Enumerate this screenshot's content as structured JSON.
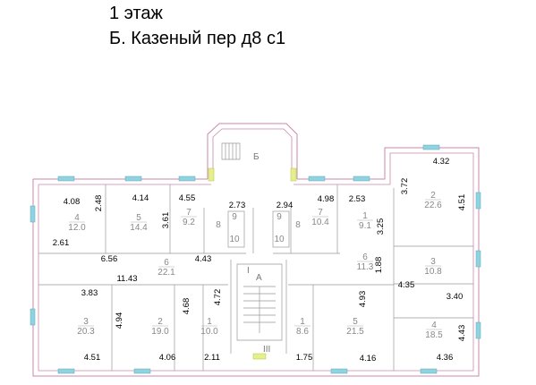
{
  "title": {
    "line1": "1 этаж",
    "line2": "Б. Казеный пер д8 с1"
  },
  "labels": {
    "stair_b": "Б",
    "stair_a": "А",
    "stair_i": "I",
    "stair_iii": "III"
  },
  "rooms": [
    {
      "num": "4",
      "area": "12.0"
    },
    {
      "num": "5",
      "area": "14.4"
    },
    {
      "num": "7",
      "area": "9.2"
    },
    {
      "num": "8",
      "area": ""
    },
    {
      "num": "9",
      "area": ""
    },
    {
      "num": "10",
      "area": ""
    },
    {
      "num": "9",
      "area": ""
    },
    {
      "num": "10",
      "area": ""
    },
    {
      "num": "8",
      "area": ""
    },
    {
      "num": "7",
      "area": "10.4"
    },
    {
      "num": "1",
      "area": "9.1"
    },
    {
      "num": "2",
      "area": "22.6"
    },
    {
      "num": "6",
      "area": "22.1"
    },
    {
      "num": "6",
      "area": "11.3"
    },
    {
      "num": "3",
      "area": "10.8"
    },
    {
      "num": "3",
      "area": "20.3"
    },
    {
      "num": "2",
      "area": "19.0"
    },
    {
      "num": "1",
      "area": "10.0"
    },
    {
      "num": "1",
      "area": "8.6"
    },
    {
      "num": "5",
      "area": "21.5"
    },
    {
      "num": "4",
      "area": "18.5"
    }
  ],
  "dimensions": [
    "4.08",
    "2.48",
    "4.14",
    "4.55",
    "2.73",
    "2.94",
    "4.98",
    "2.53",
    "3.72",
    "4.32",
    "3.61",
    "3.25",
    "4.51",
    "2.61",
    "6.56",
    "4.43",
    "1.88",
    "11.43",
    "4.35",
    "3.83",
    "4.68",
    "4.72",
    "4.93",
    "3.40",
    "4.94",
    "4.43",
    "4.51",
    "4.06",
    "2.11",
    "1.75",
    "4.16",
    "4.36"
  ]
}
